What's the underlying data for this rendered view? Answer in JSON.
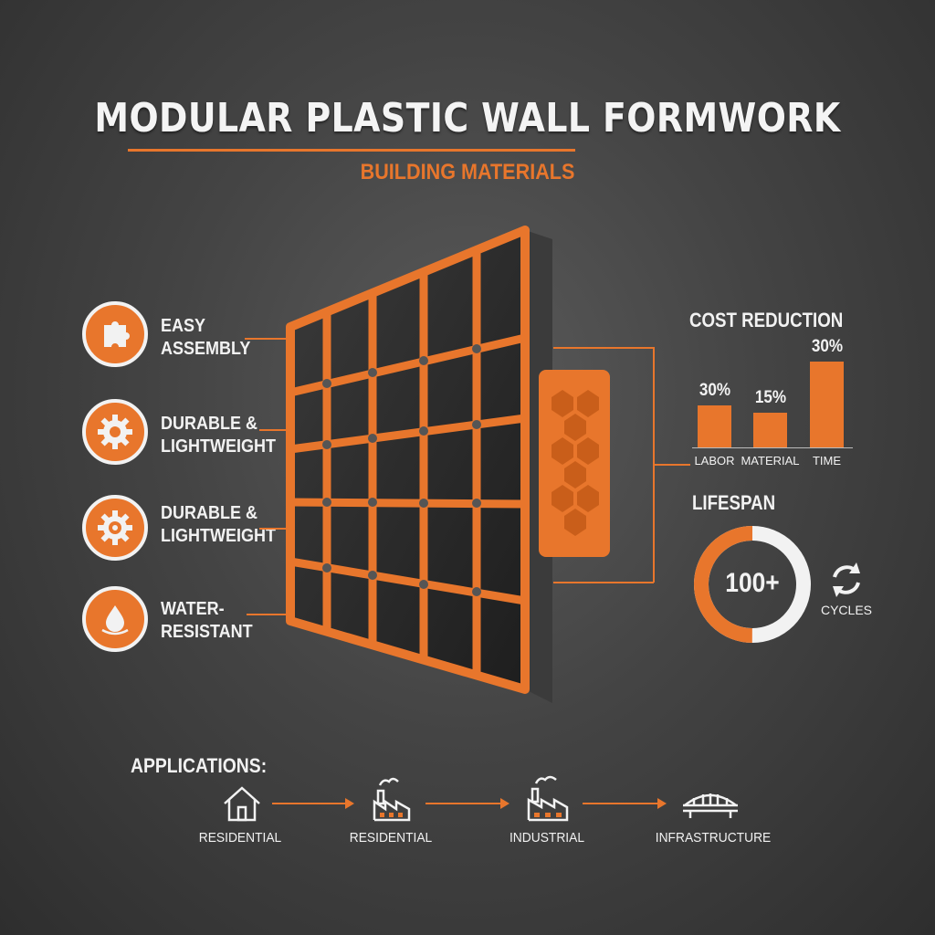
{
  "header": {
    "title": "MODULAR PLASTIC WALL FORMWORK",
    "subtitle": "BUILDING MATERIALS"
  },
  "features": [
    {
      "label": "EASY\nASSEMBLY",
      "icon": "puzzle-icon"
    },
    {
      "label": "DURABLE &\nLIGHTWEIGHT",
      "icon": "gear-icon"
    },
    {
      "label": "DURABLE &\nLIGHTWEIGHT",
      "icon": "gear-icon"
    },
    {
      "label": "WATER-\nRESISTANT",
      "icon": "water-drop-icon"
    }
  ],
  "cost_reduction": {
    "title": "COST REDUCTION",
    "bars": [
      {
        "category": "LABOR",
        "value_label": "30%",
        "value": 30
      },
      {
        "category": "MATERIAL",
        "value_label": "15%",
        "value": 15
      },
      {
        "category": "TIME",
        "value_label": "30%",
        "value": 30
      }
    ]
  },
  "lifespan": {
    "title": "LIFESPAN",
    "value": "100+",
    "unit": "CYCLES",
    "ring_fraction": 0.5
  },
  "applications": {
    "title": "APPLICATIONS:",
    "items": [
      {
        "label": "RESIDENTIAL",
        "icon": "house-icon"
      },
      {
        "label": "RESIDENTIAL",
        "icon": "factory-icon"
      },
      {
        "label": "INDUSTRIAL",
        "icon": "factory-icon"
      },
      {
        "label": "INFRASTRUCTURE",
        "icon": "bridge-icon"
      }
    ]
  },
  "colors": {
    "accent": "#e8762c",
    "background": "#444444",
    "text": "#f2f2f2"
  }
}
